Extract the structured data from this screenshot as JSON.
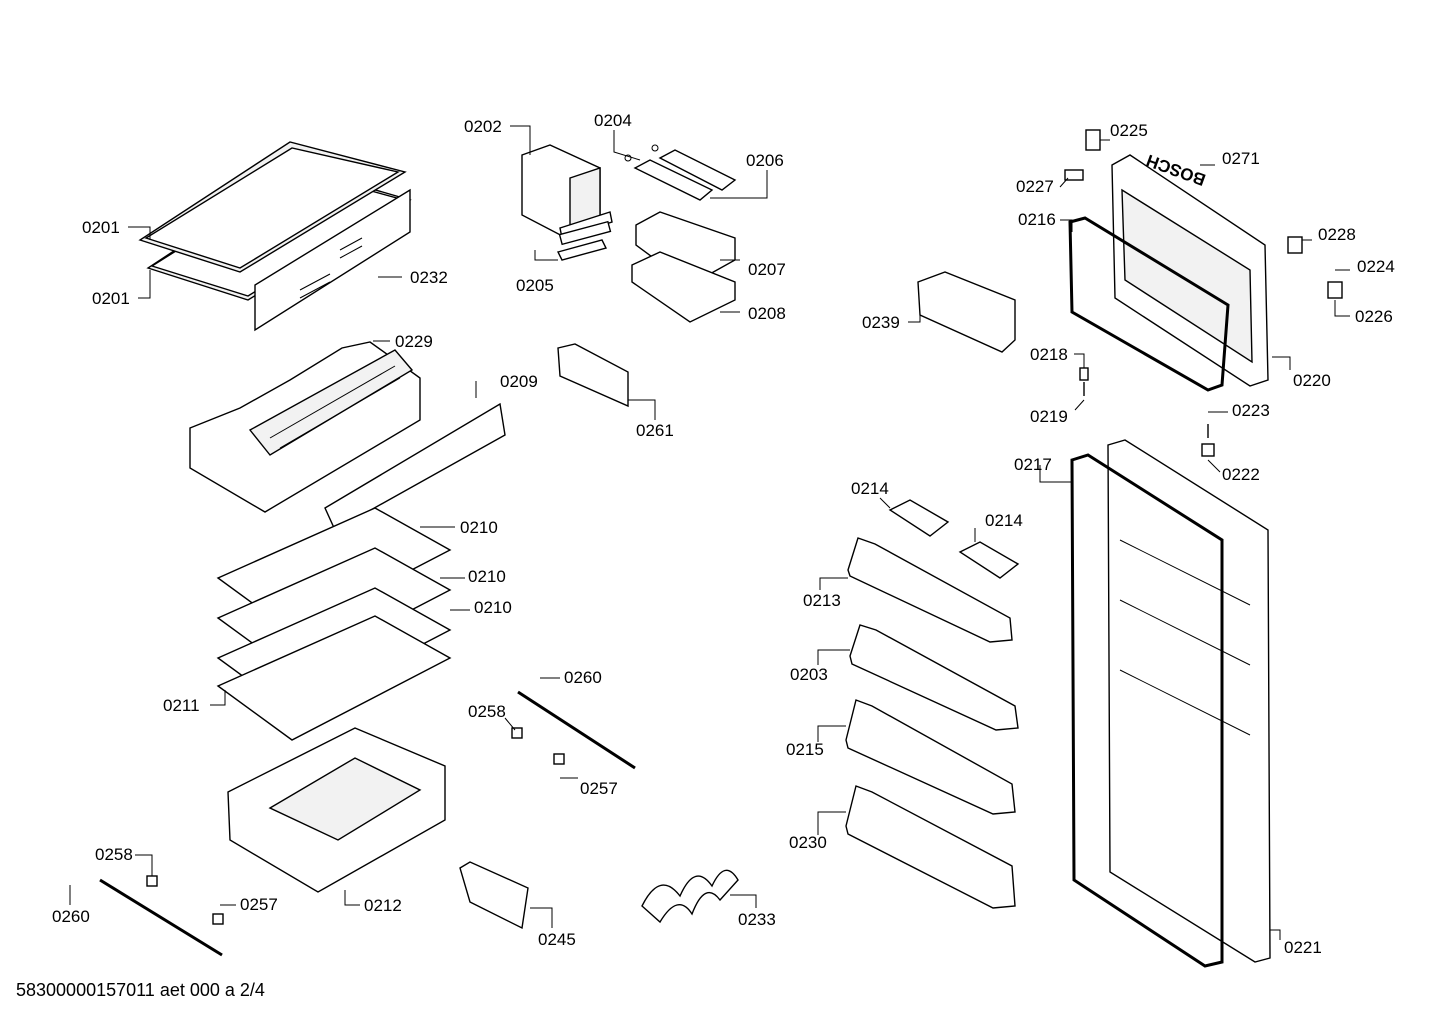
{
  "diagram": {
    "footer_code": "58300000157011 aet 000 a 2/4",
    "brand_mark": "BOSCH",
    "callouts": [
      "0201",
      "0201",
      "0232",
      "0202",
      "0204",
      "0206",
      "0205",
      "0207",
      "0208",
      "0229",
      "0209",
      "0261",
      "0210",
      "0210",
      "0210",
      "0211",
      "0260",
      "0258",
      "0257",
      "0212",
      "0258",
      "0260",
      "0257",
      "0245",
      "0233",
      "0225",
      "0271",
      "0227",
      "0216",
      "0228",
      "0224",
      "0226",
      "0239",
      "0218",
      "0220",
      "0219",
      "0223",
      "0222",
      "0217",
      "0214",
      "0214",
      "0213",
      "0203",
      "0215",
      "0230",
      "0221"
    ]
  }
}
